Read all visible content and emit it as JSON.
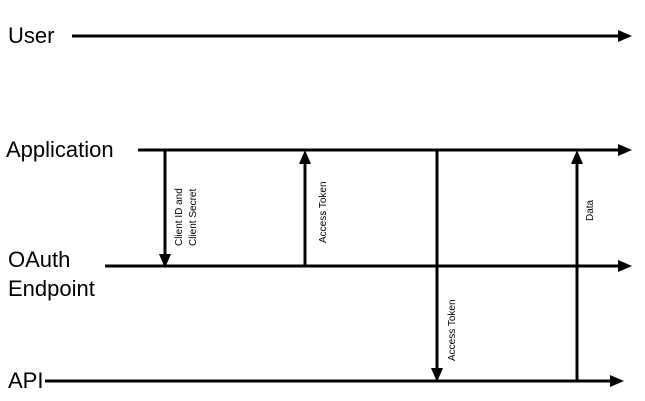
{
  "lanes": {
    "user": "User",
    "application": "Application",
    "oauth_line1": "OAuth",
    "oauth_line2": "Endpoint",
    "api": "API"
  },
  "messages": {
    "client_credentials_line1": "Client ID and",
    "client_credentials_line2": "Client Secret",
    "access_token_to_app": "Access Token",
    "access_token_to_api": "Access Token",
    "data": "Data"
  }
}
